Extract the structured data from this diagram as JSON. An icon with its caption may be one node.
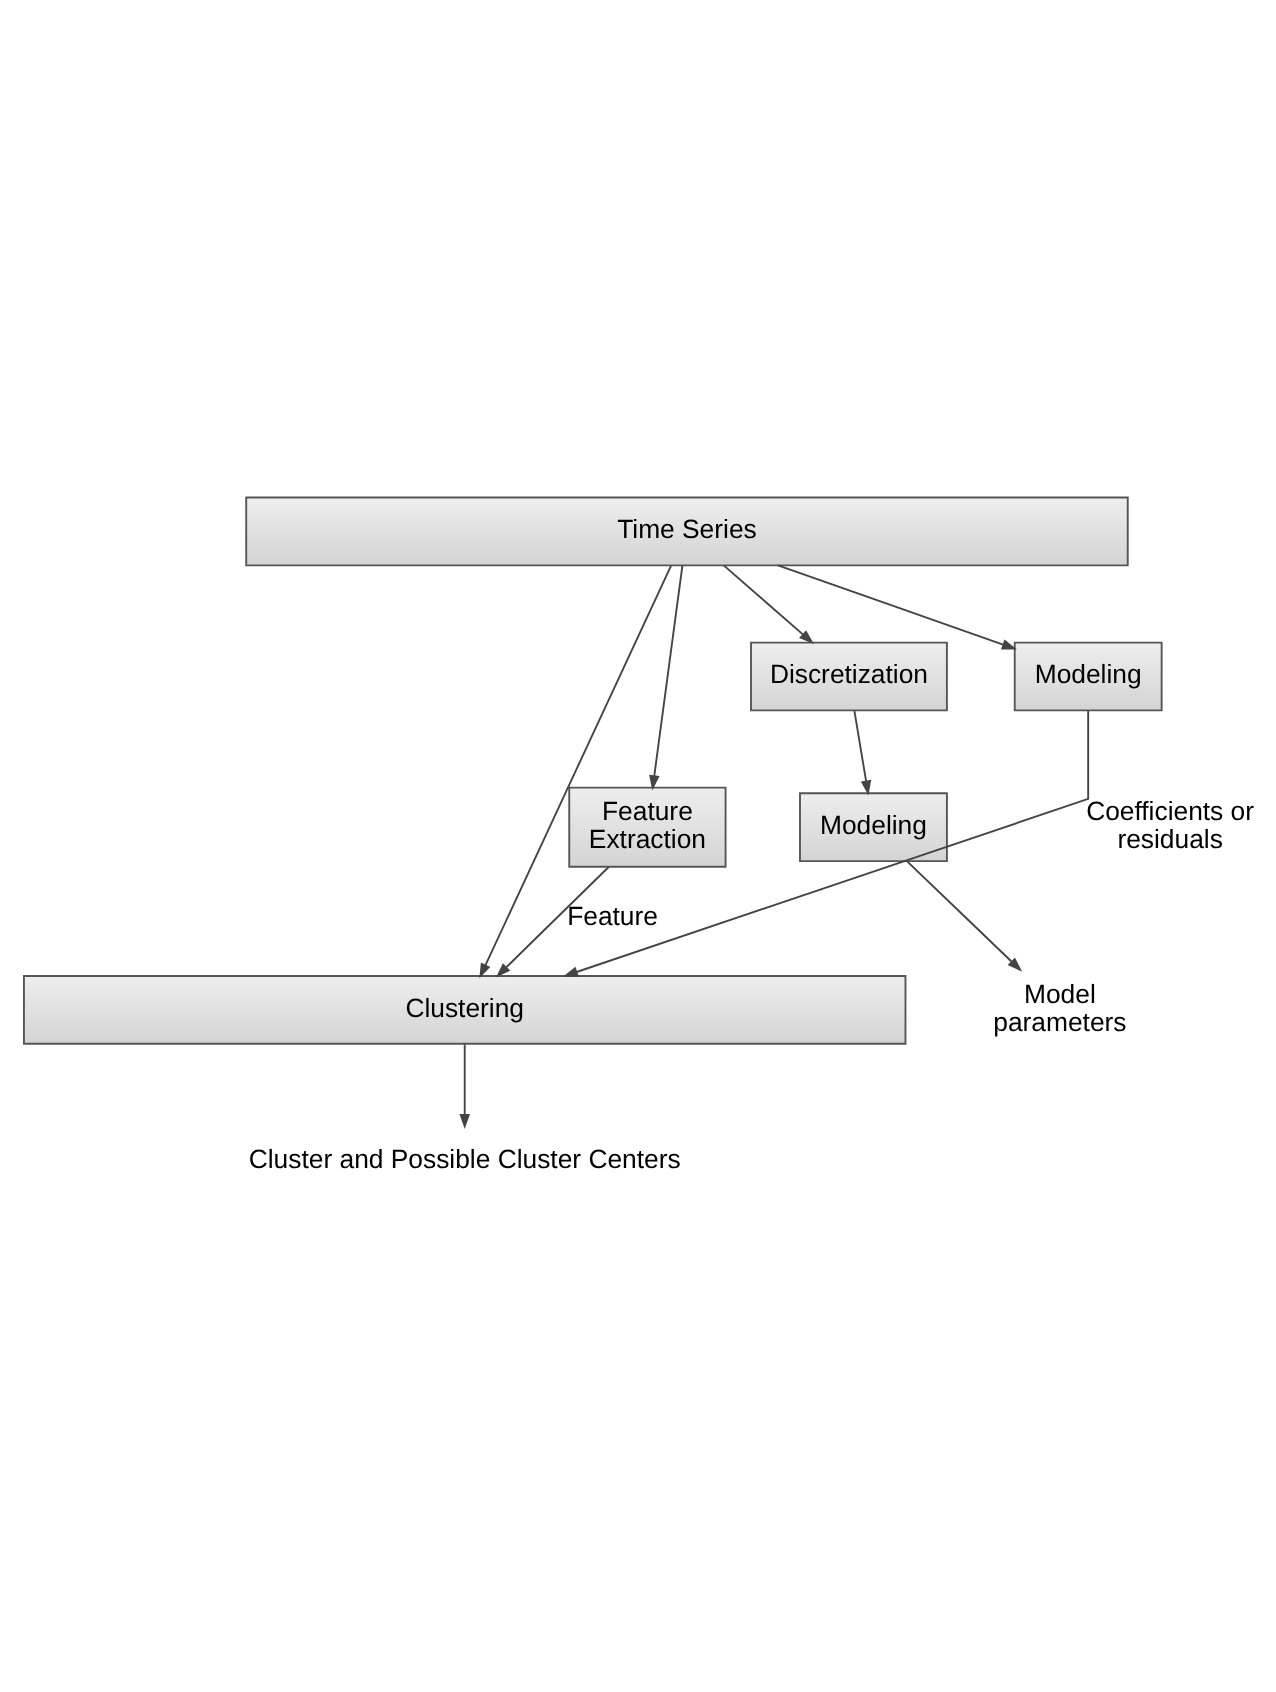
{
  "diagram": {
    "nodes": [
      {
        "text": [
          "Time Series"
        ]
      },
      {
        "text": [
          "Feature Extraction"
        ]
      },
      {
        "text": [
          "Discretization"
        ]
      },
      {
        "text": [
          "Modeling"
        ]
      },
      {
        "text": [
          "Modeling"
        ]
      },
      {
        "text": [
          "Clustering"
        ]
      },
      {
        "text": [
          "Cluster and Possible Cluster Centers"
        ]
      },
      {
        "text": [
          "Model parameters"
        ]
      }
    ],
    "edges": [
      {
        "from": 0,
        "to": 5,
        "arrow": "to"
      },
      {
        "from": 0,
        "to": 1,
        "arrow": "to"
      },
      {
        "from": 0,
        "to": 2,
        "arrow": "to"
      },
      {
        "from": 0,
        "to": 4,
        "arrow": "to"
      },
      {
        "from": 2,
        "to": 3,
        "arrow": "to"
      },
      {
        "from": 1,
        "to": 5,
        "label": "Feature",
        "arrow": "to"
      },
      {
        "from": 3,
        "to": 7,
        "arrow": "to"
      },
      {
        "from": 4,
        "to": 5,
        "label": "Coefficients or residuals",
        "arrow": "to"
      },
      {
        "from": 5,
        "to": 6,
        "arrow": "to"
      }
    ]
  }
}
